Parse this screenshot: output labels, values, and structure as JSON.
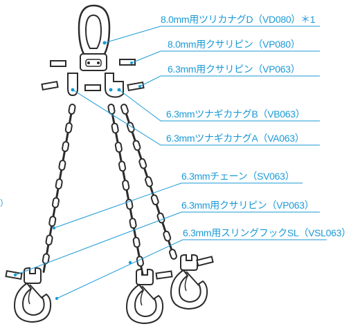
{
  "colors": {
    "callout": "#1a9ad6",
    "outline": "#2b2b2b",
    "fill": "#ffffff"
  },
  "labels": {
    "master_link": "8.0mm用ツリカナグD（VD080）＊1",
    "pin_8": "8.0mm用クサリピン（VP080）",
    "pin_63_top": "6.3mm用クサリピン（VP063）",
    "connector_b": "6.3mmツナギカナグB（VB063）",
    "connector_a": "6.3mmツナギカナグA（VA063）",
    "chain": "6.3mmチェーン（SV063）",
    "pin_63_bottom": "6.3mm用クサリピン（VP063）",
    "hook": "6.3mm用スリングフックSL（VSL063）"
  },
  "footnote_marker": "）"
}
